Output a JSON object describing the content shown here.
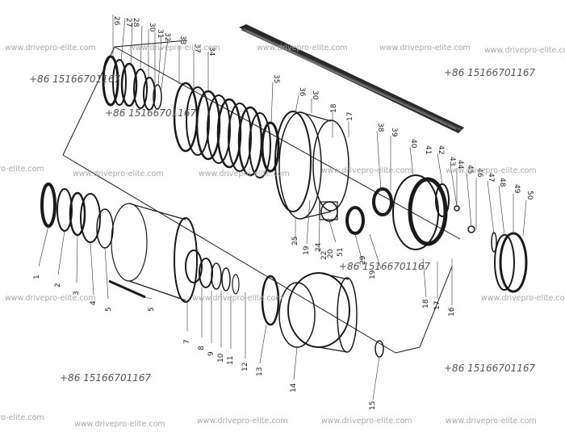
{
  "diagram": {
    "callouts": [
      "1",
      "2",
      "3",
      "4",
      "5",
      "5",
      "7",
      "8",
      "9",
      "10",
      "11",
      "12",
      "13",
      "14",
      "15",
      "16",
      "17",
      "17",
      "18",
      "18",
      "19",
      "19",
      "20",
      "22",
      "24",
      "25",
      "26",
      "27",
      "28",
      "29",
      "30",
      "30",
      "31",
      "32",
      "33",
      "34",
      "35",
      "36",
      "37",
      "38",
      "39",
      "40",
      "41",
      "42",
      "43",
      "44",
      "45",
      "46",
      "47",
      "48",
      "49",
      "50",
      "51"
    ],
    "watermark_text": "www.drivepro-elite.com",
    "phone_text": "+86 15166701167"
  }
}
